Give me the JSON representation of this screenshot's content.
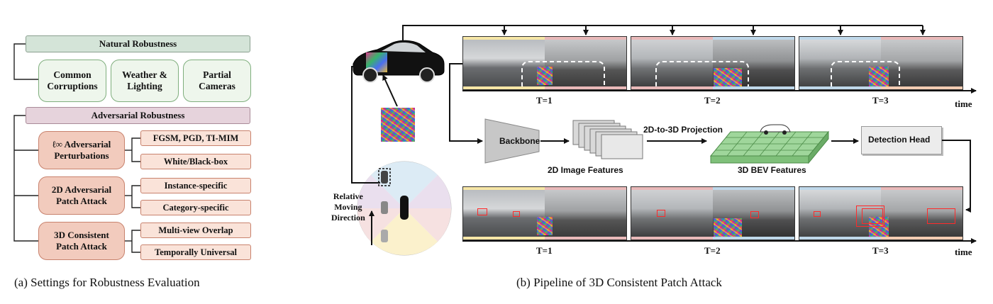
{
  "panel_a": {
    "natural": {
      "header": "Natural Robustness",
      "items": [
        "Common\nCorruptions",
        "Weather &\nLighting",
        "Partial\nCameras"
      ]
    },
    "adversarial": {
      "header": "Adversarial Robustness",
      "groups": [
        {
          "label": "ℓ∞ Adversarial\nPerturbations",
          "leaves": [
            "FGSM, PGD, TI-MIM",
            "White/Black-box"
          ]
        },
        {
          "label": "2D Adversarial\nPatch Attack",
          "leaves": [
            "Instance-specific",
            "Category-specific"
          ]
        },
        {
          "label": "3D Consistent\nPatch Attack",
          "leaves": [
            "Multi-view Overlap",
            "Temporally Universal"
          ]
        }
      ]
    },
    "caption": "(a) Settings for Robustness Evaluation"
  },
  "panel_b": {
    "top_frames": [
      "T=1",
      "T=2",
      "T=3"
    ],
    "bottom_frames": [
      "T=1",
      "T=2",
      "T=3"
    ],
    "time_label": "time",
    "backbone": "Backbone",
    "image_features": "2D Image Features",
    "projection": "2D-to-3D Projection",
    "bev_features": "3D BEV Features",
    "detection_head": "Detection Head",
    "relative_motion": "Relative\nMoving\nDirection",
    "caption": "(b) Pipeline of 3D Consistent Patch Attack",
    "colors": {
      "stripe_yellow": "#f6e6a6",
      "stripe_pink": "#e9b9b9",
      "stripe_blue": "#bfd8ea",
      "bev_green": "#9fd69b",
      "detection_box": "#ff2a2a"
    }
  }
}
